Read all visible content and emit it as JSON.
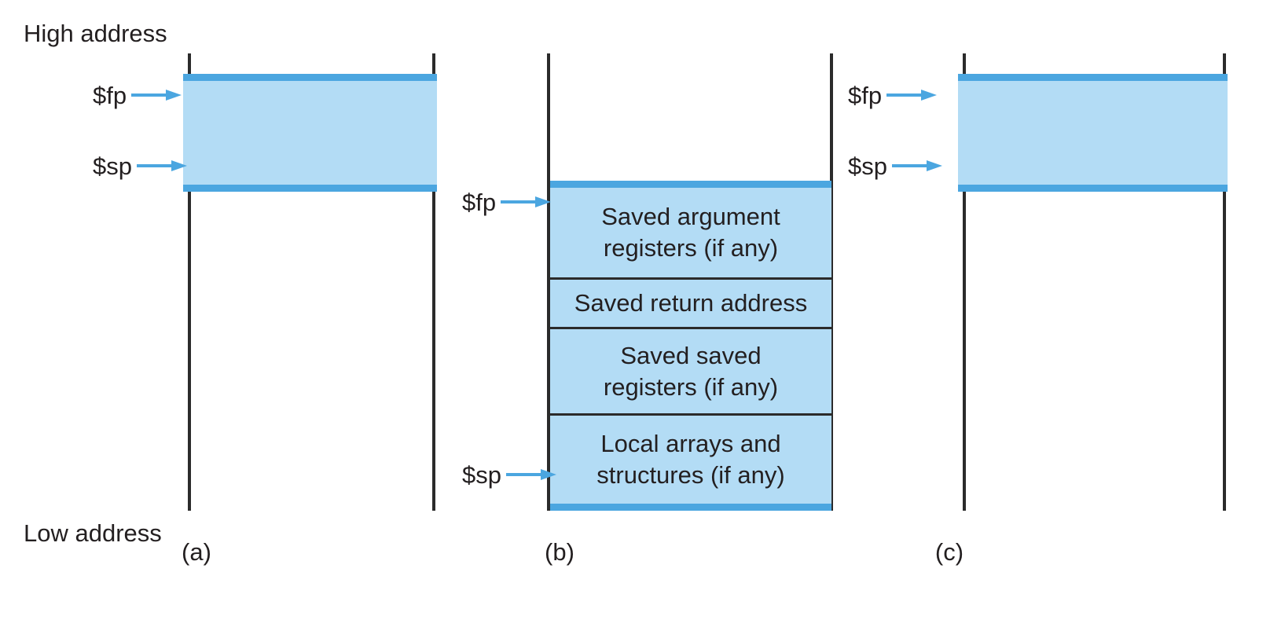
{
  "figure": {
    "high_address_label": "High address",
    "low_address_label": "Low address",
    "colors": {
      "fill": "#b3dcf5",
      "edge_bar": "#4ba6e0",
      "rule": "#2b2b2b",
      "arrow": "#4ba6e0",
      "text": "#231f20",
      "background": "#ffffff"
    }
  },
  "panels": [
    {
      "caption": "(a)",
      "pointers": [
        {
          "name": "frame-pointer",
          "label": "$fp"
        },
        {
          "name": "stack-pointer",
          "label": "$sp"
        }
      ],
      "cells": []
    },
    {
      "caption": "(b)",
      "pointers": [
        {
          "name": "frame-pointer",
          "label": "$fp"
        },
        {
          "name": "stack-pointer",
          "label": "$sp"
        }
      ],
      "cells": [
        {
          "lines": [
            "Saved argument",
            "registers (if any)"
          ]
        },
        {
          "lines": [
            "Saved return address"
          ]
        },
        {
          "lines": [
            "Saved saved",
            "registers (if any)"
          ]
        },
        {
          "lines": [
            "Local arrays and",
            "structures (if any)"
          ]
        }
      ]
    },
    {
      "caption": "(c)",
      "pointers": [
        {
          "name": "frame-pointer",
          "label": "$fp"
        },
        {
          "name": "stack-pointer",
          "label": "$sp"
        }
      ],
      "cells": []
    }
  ]
}
